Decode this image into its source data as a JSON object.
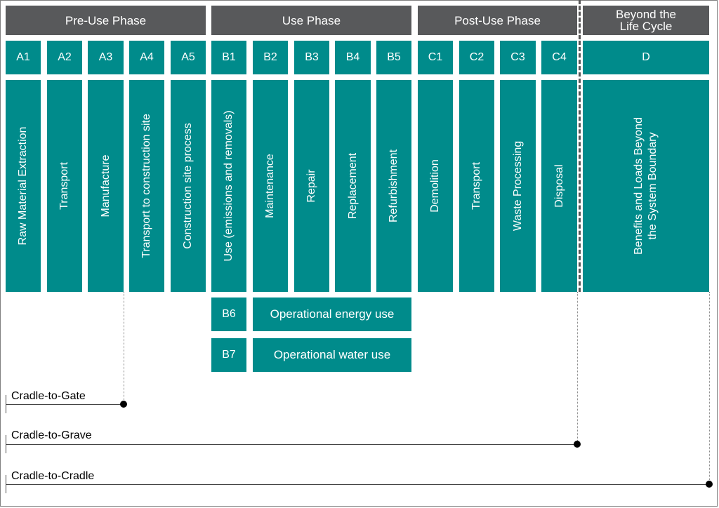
{
  "phases": {
    "pre_use": "Pre-Use Phase",
    "use": "Use Phase",
    "post_use": "Post-Use Phase",
    "beyond": "Beyond the\nLife Cycle"
  },
  "modules": [
    {
      "code": "A1",
      "label": "Raw Material Extraction"
    },
    {
      "code": "A2",
      "label": "Transport"
    },
    {
      "code": "A3",
      "label": "Manufacture"
    },
    {
      "code": "A4",
      "label": "Transport to construction site"
    },
    {
      "code": "A5",
      "label": "Construction site process"
    },
    {
      "code": "B1",
      "label": "Use (emissions and removals)"
    },
    {
      "code": "B2",
      "label": "Maintenance"
    },
    {
      "code": "B3",
      "label": "Repair"
    },
    {
      "code": "B4",
      "label": "Replacement"
    },
    {
      "code": "B5",
      "label": "Refurbishment"
    },
    {
      "code": "C1",
      "label": "Demolition"
    },
    {
      "code": "C2",
      "label": "Transport"
    },
    {
      "code": "C3",
      "label": "Waste Processing"
    },
    {
      "code": "C4",
      "label": "Disposal"
    },
    {
      "code": "D",
      "label": "Benefits and Loads Beyond\nthe System Boundary"
    }
  ],
  "operational": [
    {
      "code": "B6",
      "label": "Operational energy use"
    },
    {
      "code": "B7",
      "label": "Operational water use"
    }
  ],
  "ranges": [
    {
      "label": "Cradle-to-Gate"
    },
    {
      "label": "Cradle-to-Grave"
    },
    {
      "label": "Cradle-to-Cradle"
    }
  ],
  "colors": {
    "phase_header": "#58595b",
    "module": "#008b8b"
  }
}
